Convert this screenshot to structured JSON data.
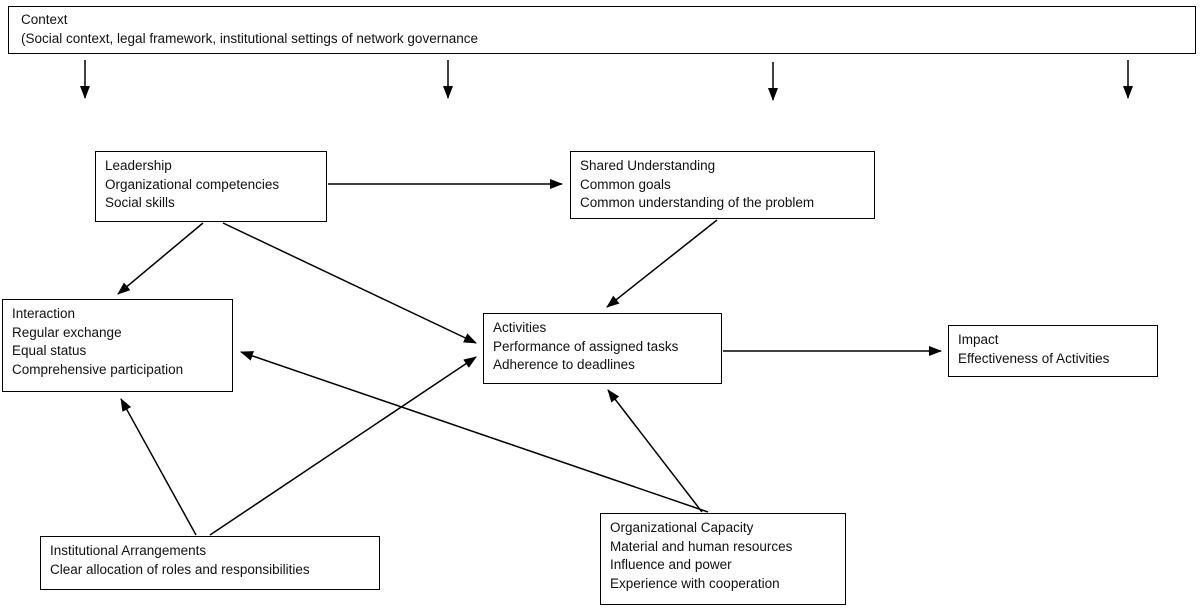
{
  "diagram": {
    "context": {
      "lines": [
        "Context",
        "(Social context, legal framework, institutional settings of network governance"
      ]
    },
    "nodes": {
      "leadership": {
        "lines": [
          "Leadership",
          "Organizational competencies",
          "Social skills"
        ]
      },
      "shared_understanding": {
        "lines": [
          "Shared Understanding",
          "Common goals",
          "Common understanding of the problem"
        ]
      },
      "interaction": {
        "lines": [
          "Interaction",
          "Regular exchange",
          "Equal status",
          "Comprehensive participation"
        ]
      },
      "activities": {
        "lines": [
          "Activities",
          "Performance of assigned tasks",
          "Adherence to deadlines"
        ]
      },
      "impact": {
        "lines": [
          "Impact",
          "Effectiveness of Activities"
        ]
      },
      "institutional_arrangements": {
        "lines": [
          "Institutional Arrangements",
          "Clear allocation of roles and responsibilities"
        ]
      },
      "organizational_capacity": {
        "lines": [
          "Organizational Capacity",
          "Material and human resources",
          "Influence and power",
          "Experience with cooperation"
        ]
      }
    },
    "colors": {
      "line": "#000000",
      "background": "#ffffff",
      "text": "#111111"
    }
  }
}
